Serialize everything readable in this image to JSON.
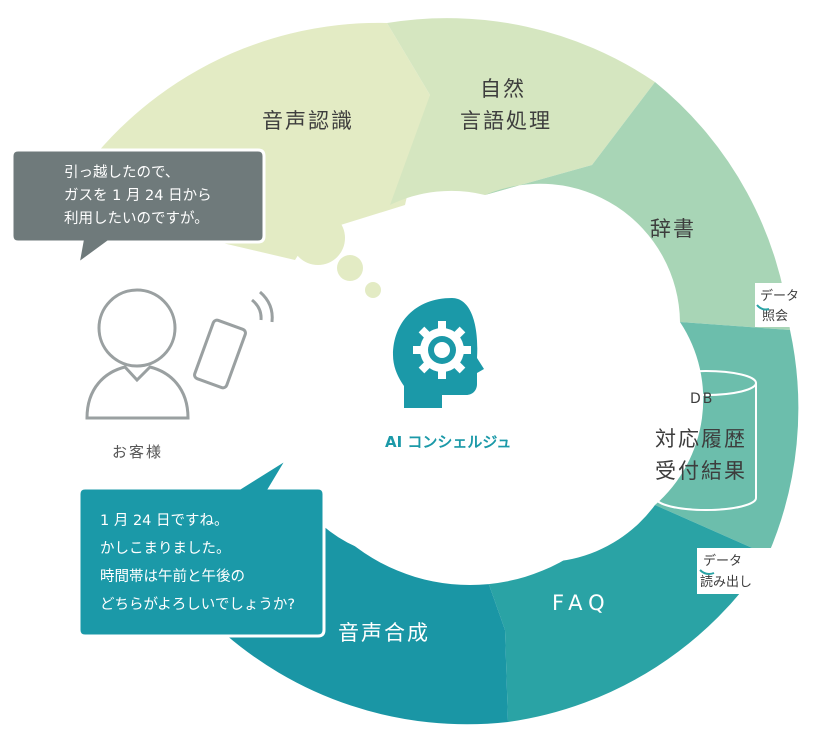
{
  "ring": {
    "speech_recognition": "音声認識",
    "nlp_line1": "自然",
    "nlp_line2": "言語処理",
    "dictionary": "辞書",
    "db_label": "DB",
    "db_line1": "対応履歴",
    "db_line2": "受付結果",
    "faq": "FAQ",
    "speech_synthesis": "音声合成"
  },
  "notes": {
    "data_lookup_line1": "データ",
    "data_lookup_line2": "照会",
    "data_read_line1": "データ",
    "data_read_line2": "読み出し"
  },
  "center": {
    "brand_label": "AI コンシェルジュ"
  },
  "customer": {
    "label": "お客様"
  },
  "customer_bubble": {
    "lines": [
      "引っ越したので、",
      "ガスを 1 月 24 日から",
      "利用したいのですが。"
    ]
  },
  "concierge_bubble": {
    "lines": [
      "1 月 24 日ですね。",
      "かしこまりました。",
      "時間帯は午前と午後の",
      "どちらがよろしいでしょうか?"
    ]
  },
  "colors": {
    "seg_speech_recognition": "#e3ebc4",
    "seg_nlp": "#d5e6c0",
    "seg_dictionary": "#a8d5b6",
    "seg_db": "#6cbeac",
    "seg_faq": "#2aa3a5",
    "seg_synthesis": "#1a96a5",
    "customer_bubble": "#6f7a7b",
    "concierge_bubble": "#1b99a8",
    "brand": "#1b99a8"
  },
  "icons": {
    "head": "gear-head-icon",
    "person": "person-icon",
    "phone": "smartphone-icon",
    "database": "database-icon"
  }
}
